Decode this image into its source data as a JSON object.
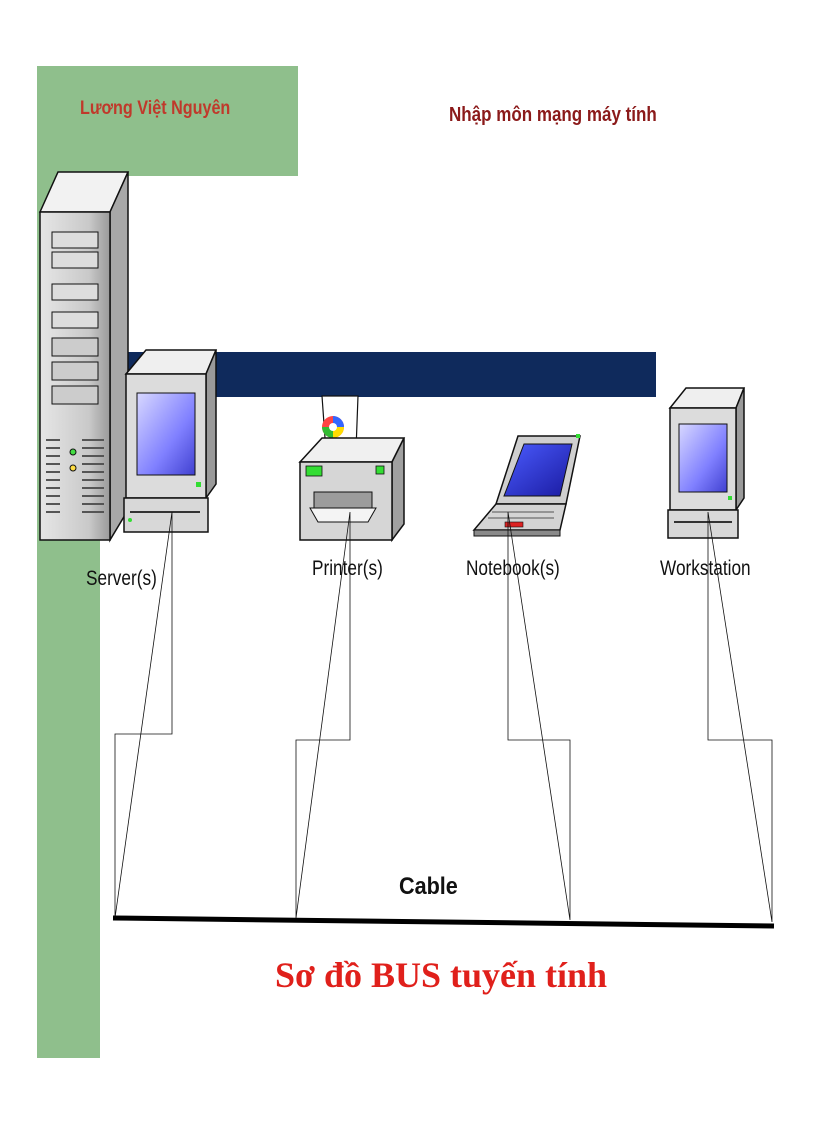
{
  "header": {
    "author": "Lương Việt Nguyên",
    "course": "Nhập môn mạng máy tính"
  },
  "devices": [
    {
      "label": "Server(s)",
      "icon": "server-tower-icon"
    },
    {
      "label": "Printer(s)",
      "icon": "printer-icon"
    },
    {
      "label": "Notebook(s)",
      "icon": "laptop-icon"
    },
    {
      "label": "Workstation",
      "icon": "workstation-icon"
    }
  ],
  "cable_label": "Cable",
  "title": "Sơ đồ BUS tuyến tính",
  "colors": {
    "sidebar_green": "#8fbf8c",
    "author_red": "#c0392b",
    "course_red": "#8b1a1a",
    "title_red": "#e0201b",
    "band_navy": "#0f2a5c"
  }
}
